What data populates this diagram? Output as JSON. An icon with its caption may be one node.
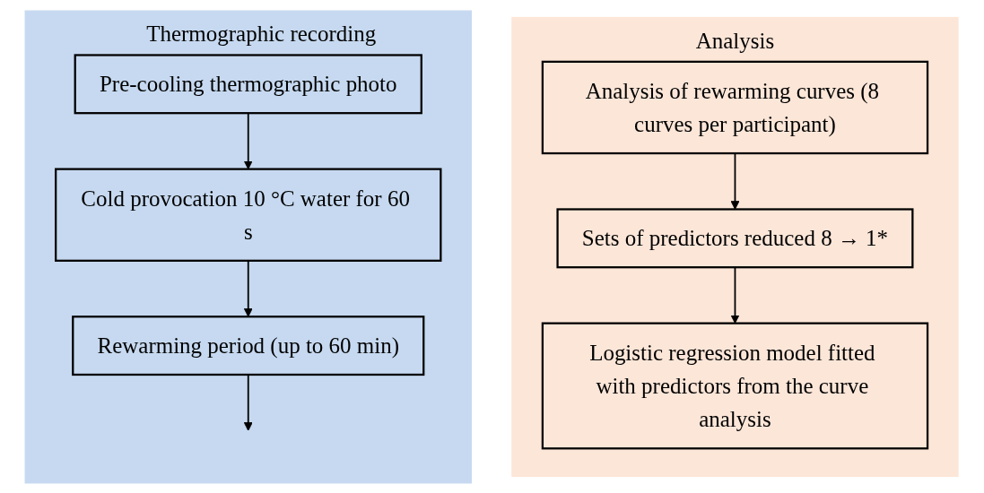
{
  "diagram": {
    "nodes": [
      {
        "text": [
          "Thermographic recording"
        ]
      },
      {
        "text": [
          "Pre-cooling thermographic photo"
        ],
        "in": 0
      },
      {
        "text": [
          "Cold provocation 10 °C water for 60 s"
        ],
        "in": 0
      },
      {
        "text": [
          "Rewarming period (up to 60 min)"
        ],
        "in": 0
      },
      {
        "text": [
          "Analysis"
        ]
      },
      {
        "text": [
          "Analysis of rewarming curves (8 curves per participant)"
        ],
        "in": 4
      },
      {
        "text": [
          "Sets of predictors reduced 8 → 1*"
        ],
        "in": 4
      },
      {
        "text": [
          "Logistic regression model fitted with predictors from the curve analysis"
        ],
        "in": 4
      }
    ],
    "edges": [
      {
        "from": 1,
        "to": 2,
        "arrow": "to"
      },
      {
        "from": 2,
        "to": 3,
        "arrow": "to"
      },
      {
        "from": 3,
        "to": null,
        "arrow": "to"
      },
      {
        "from": 5,
        "to": 6,
        "arrow": "to"
      },
      {
        "from": 6,
        "to": 7,
        "arrow": "to"
      }
    ]
  }
}
